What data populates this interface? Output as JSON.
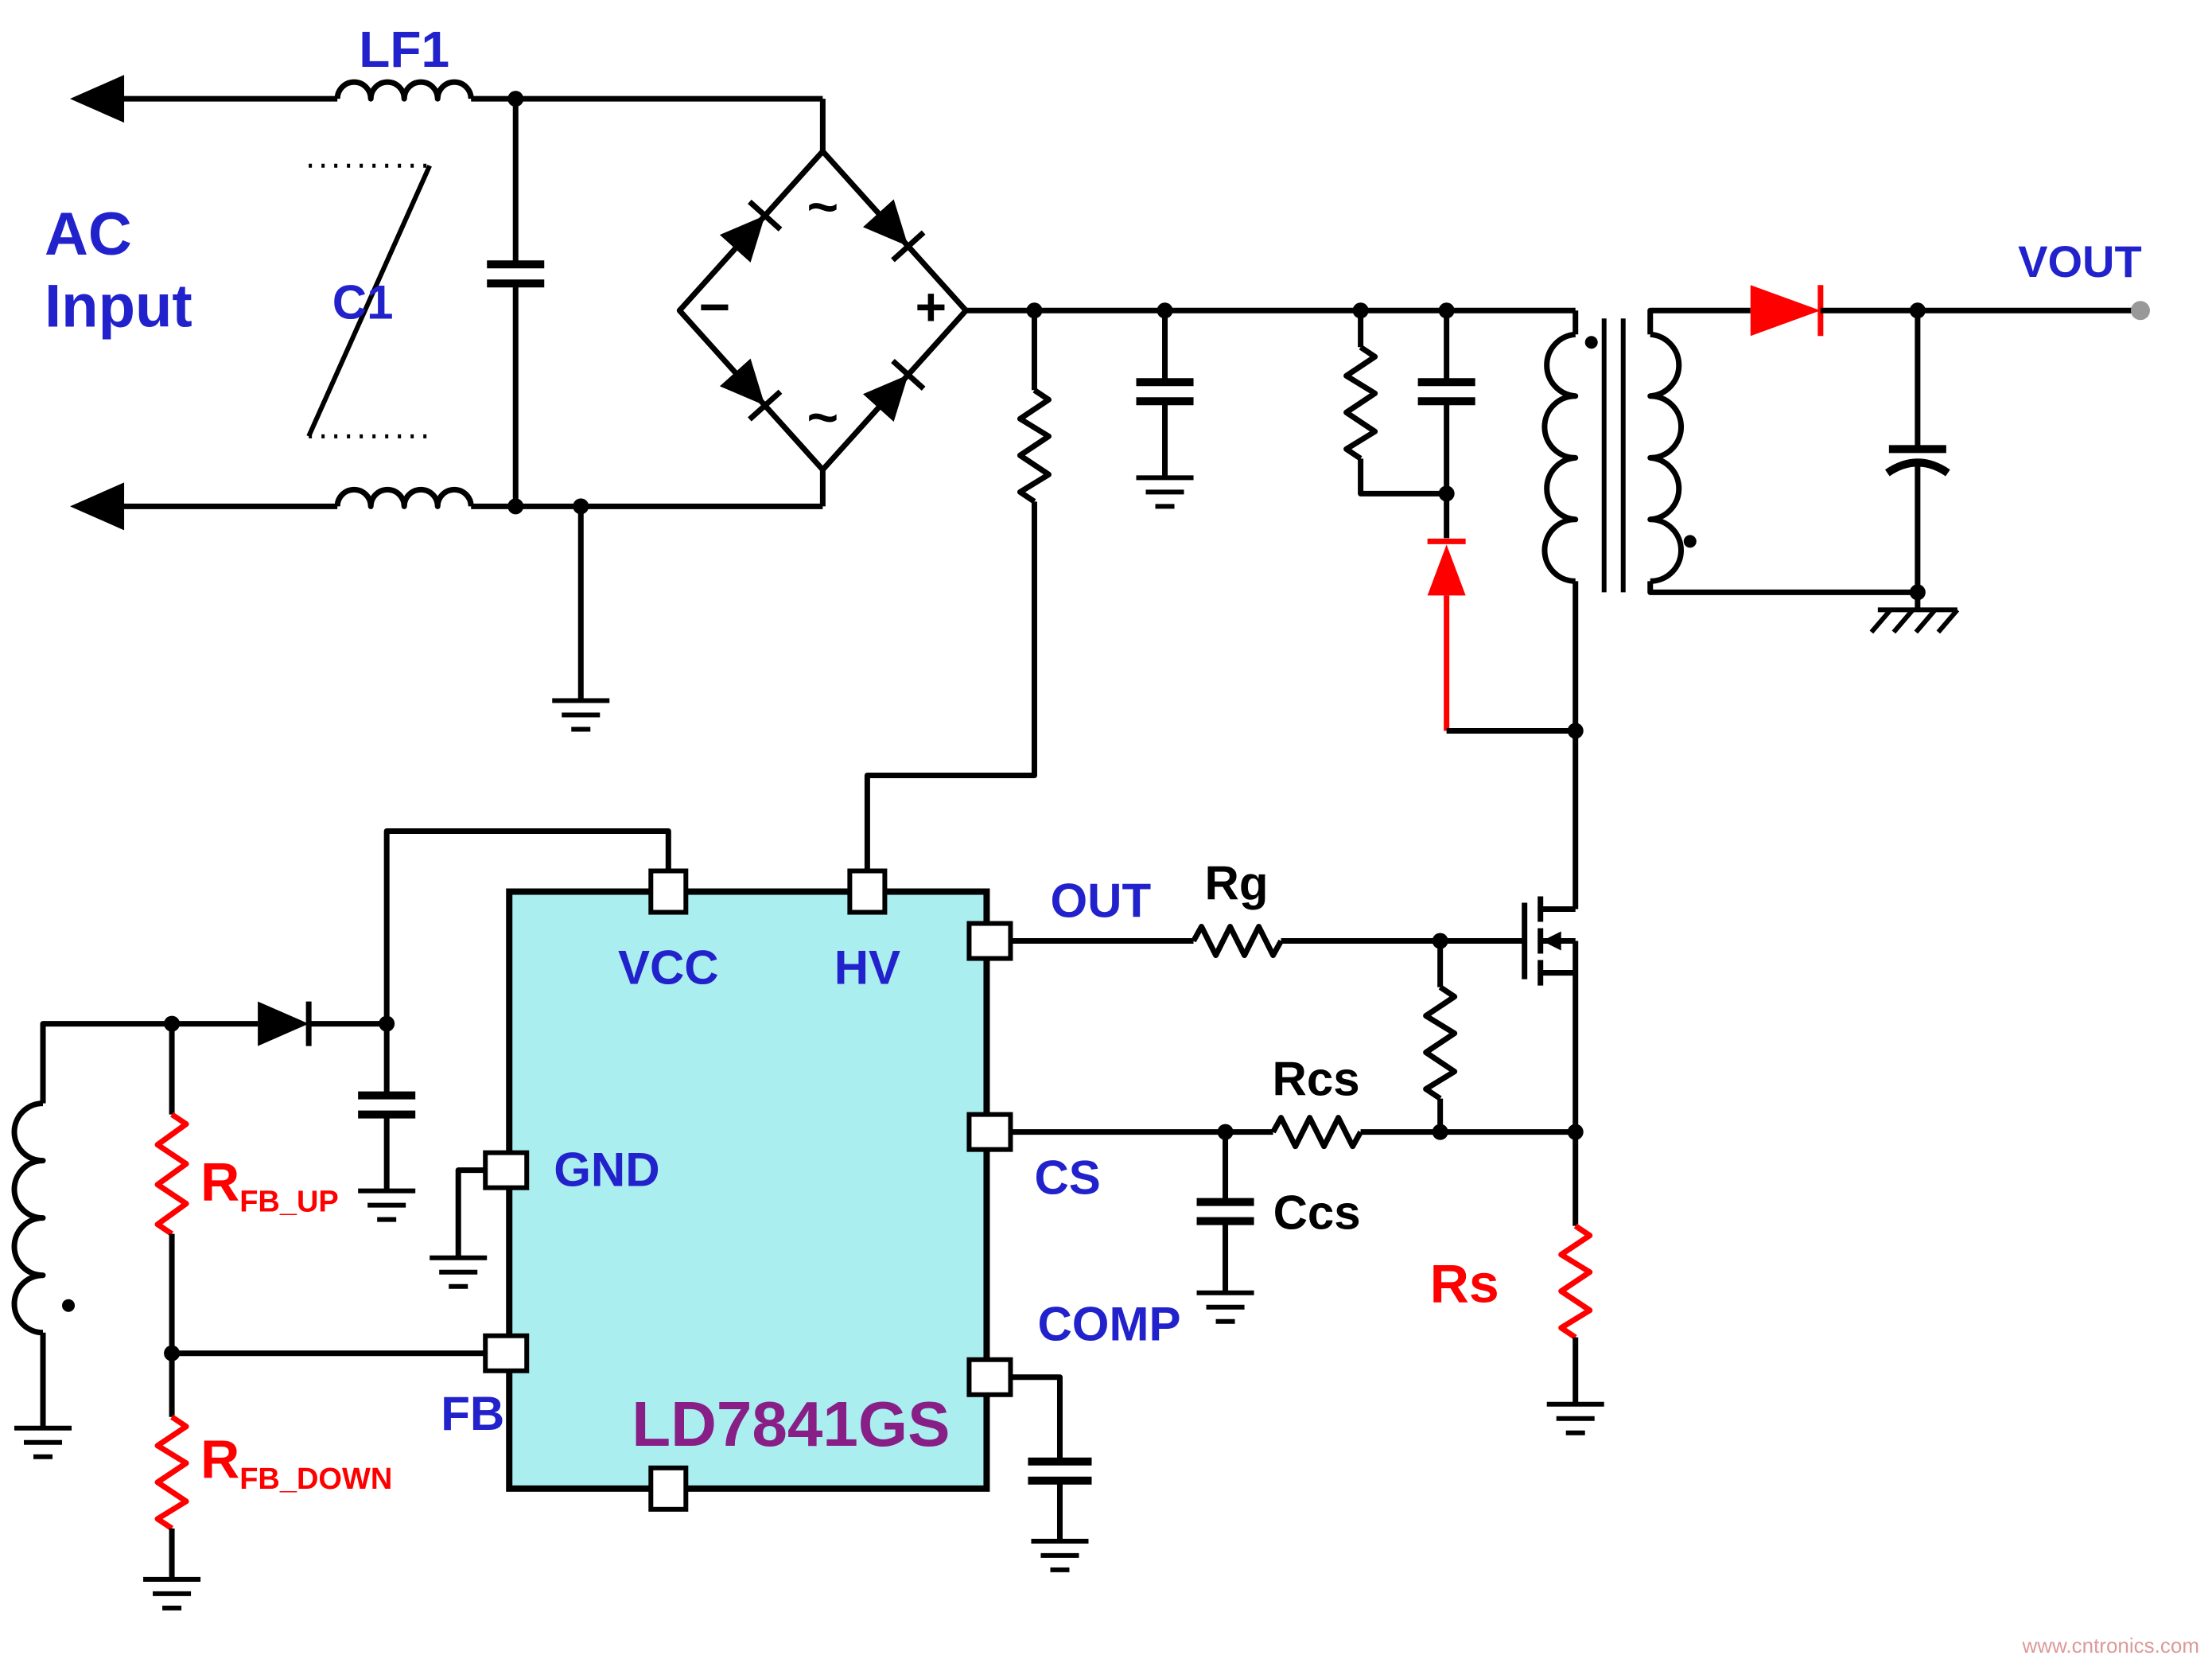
{
  "colors": {
    "label_blue": "#2222cc",
    "accent_red": "#ff0000",
    "ic_fill": "#abeef0",
    "ic_title": "#871f87",
    "wire_black": "#000000",
    "terminal_gray": "#999999",
    "watermark_pink": "#dd9999"
  },
  "labels": {
    "lf1": "LF1",
    "ac_input_line1": "AC",
    "ac_input_line2": "Input",
    "c1": "C1",
    "vout": "VOUT",
    "rg": "Rg",
    "rcs": "Rcs",
    "ccs": "Ccs",
    "rs": "Rs",
    "rfb_up_base": "R",
    "rfb_up_sub": "FB_UP",
    "rfb_down_base": "R",
    "rfb_down_sub": "FB_DOWN"
  },
  "bridge": {
    "ac_top": "~",
    "ac_bottom": "~",
    "plus": "+",
    "minus": "−"
  },
  "ic": {
    "part_number": "LD7841GS",
    "pins": {
      "vcc": "VCC",
      "hv": "HV",
      "out": "OUT",
      "cs": "CS",
      "comp": "COMP",
      "gnd": "GND",
      "fb": "FB"
    }
  },
  "watermark": "www.cntronics.com"
}
